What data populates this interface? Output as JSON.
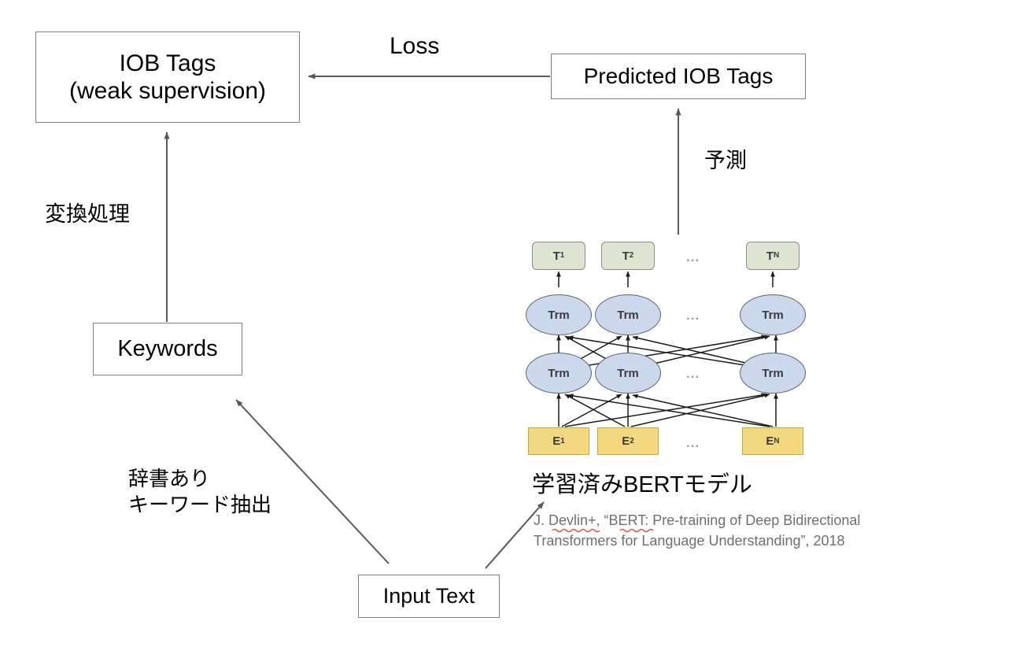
{
  "diagram": {
    "title": "Weak supervision IOB tagging with pre-trained BERT",
    "background_color": "#ffffff",
    "stroke_color": "#808080",
    "text_color": "#000000"
  },
  "boxes": {
    "iob_tags": {
      "line1": "IOB Tags",
      "line2": "(weak supervision)"
    },
    "predicted_iob_tags": {
      "label": "Predicted IOB Tags"
    },
    "keywords": {
      "label": "Keywords"
    },
    "input_text": {
      "label": "Input Text"
    }
  },
  "edge_labels": {
    "loss": "Loss",
    "conversion": "変換処理",
    "prediction": "予測",
    "keyword_extraction_line1": "辞書あり",
    "keyword_extraction_line2": "キーワード抽出"
  },
  "bert": {
    "caption": "学習済みBERTモデル",
    "citation": "J. Devlin+, “BERT: Pre-training of Deep Bidirectional\nTransformers for Language Understanding”, 2018",
    "ellipsis": "...",
    "colors": {
      "output_token_fill": "#dde5d2",
      "output_token_border": "#8d8f84",
      "transformer_fill": "#ccd9ec",
      "transformer_border": "#5c6470",
      "embedding_fill": "#f3d87f",
      "embedding_border": "#c7a93f",
      "citation_text": "#6f6f6f"
    },
    "output_tokens": [
      {
        "base": "T",
        "sub": "1"
      },
      {
        "base": "T",
        "sub": "2"
      },
      {
        "base": "T",
        "sub": "N"
      }
    ],
    "embeddings": [
      {
        "base": "E",
        "sub": "1"
      },
      {
        "base": "E",
        "sub": "2"
      },
      {
        "base": "E",
        "sub": "N"
      }
    ],
    "transformer_label": "Trm",
    "transformer_rows": 2,
    "transformer_columns": 3
  }
}
